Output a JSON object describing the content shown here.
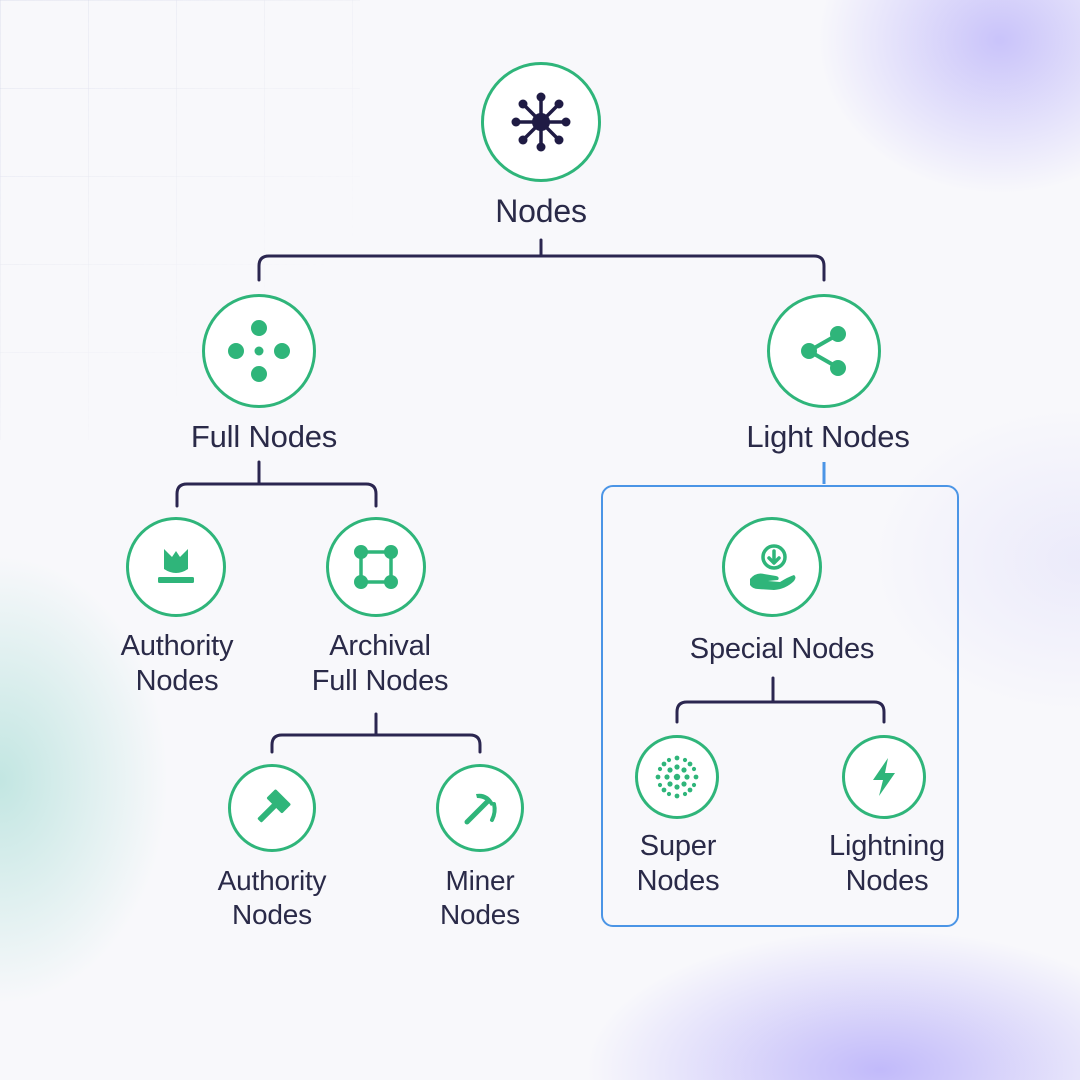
{
  "diagram": {
    "root": {
      "label": "Nodes",
      "icon": "hub-network-icon"
    },
    "full_nodes": {
      "label": "Full Nodes",
      "icon": "dots-cluster-icon"
    },
    "light_nodes": {
      "label": "Light Nodes",
      "icon": "share-icon"
    },
    "authority_nodes_top": {
      "label_lines": [
        "Authority",
        "Nodes"
      ],
      "icon": "crown-stand-icon"
    },
    "archival_full_nodes": {
      "label_lines": [
        "Archival",
        "Full Nodes"
      ],
      "icon": "square-nodes-icon"
    },
    "authority_nodes_bottom": {
      "label_lines": [
        "Authority",
        "Nodes"
      ],
      "icon": "hammer-icon"
    },
    "miner_nodes": {
      "label_lines": [
        "Miner",
        "Nodes"
      ],
      "icon": "pickaxe-icon"
    },
    "special_nodes": {
      "label": "Special Nodes",
      "icon": "hand-download-icon"
    },
    "super_nodes": {
      "label_lines": [
        "Super",
        "Nodes"
      ],
      "icon": "starburst-icon"
    },
    "lightning_nodes": {
      "label_lines": [
        "Lightning",
        "Nodes"
      ],
      "icon": "lightning-bolt-icon"
    }
  },
  "colors": {
    "accent_green": "#2fb57a",
    "connector_navy": "#2b2650",
    "group_border_blue": "#4b95e6",
    "text_dark": "#2a2a48"
  }
}
